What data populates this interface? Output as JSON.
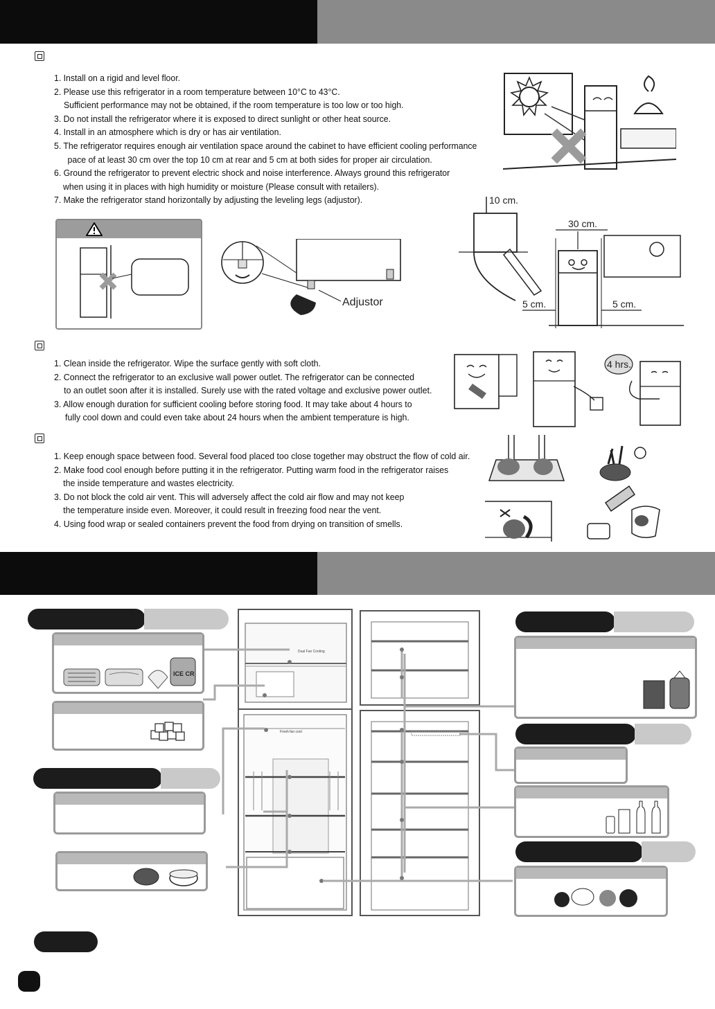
{
  "section_install": {
    "items": [
      "1. Install on a rigid and level floor.",
      "2. Please use this refrigerator in a room temperature between 10°C to 43°C.",
      "Sufficient performance may not be obtained, if the room temperature is too low or too high.",
      "3. Do not install the refrigerator where it is exposed to direct sunlight or other heat source.",
      "4. Install in an atmosphere which is dry or has air ventilation.",
      "5. The refrigerator requires enough air ventilation space around the cabinet to have efficient cooling performance",
      "pace of at least 30 cm over the top  10 cm at rear and 5 cm at both sides for proper air circulation.",
      "6. Ground the refrigerator to prevent electric shock and noise interference. Always ground this refrigerator",
      "when using it in places with high humidity or moisture (Please consult with retailers).",
      "7. Make the refrigerator stand horizontally by adjusting the leveling legs (adjustor)."
    ],
    "adjustor_label": "Adjustor",
    "clearance_rear": "10 cm.",
    "clearance_top": "30 cm.",
    "clearance_left": "5 cm.",
    "clearance_right": "5 cm."
  },
  "section_before_use": {
    "items": [
      "1. Clean inside the refrigerator. Wipe the surface gently with soft cloth.",
      "2. Connect the refrigerator to an exclusive wall power outlet. The refrigerator can be connected",
      "to an outlet soon after it is installed. Surely use with the rated voltage and exclusive power outlet.",
      "3. Allow enough duration for sufficient cooling before storing food. It may take about 4 hours to",
      "fully cool down and could even take about 24 hours when the ambient temperature is high."
    ],
    "hours_badge": "4 hrs."
  },
  "section_storage": {
    "items": [
      "1. Keep enough space between food. Several food placed too close together may obstruct the flow of cold air.",
      "2. Make food cool enough before putting it in the refrigerator. Putting warm food in the refrigerator raises",
      "the inside temperature and wastes electricity.",
      "3. Do not block the cold air vent. This will adversely affect the cold air flow and may not keep",
      "the temperature inside even. Moreover, it could result in freezing food near the vent.",
      "4. Using food wrap or sealed containers prevent the food from drying on transition of smells."
    ]
  },
  "diagram": {
    "ice_cream_text": "ICE CR",
    "freezer_label": "Dual Fan Cooling",
    "fresh_label": "Fresh fan cool"
  },
  "colors": {
    "header_dark": "#0c0c0c",
    "header_grey": "#8a8a8a",
    "pill_dark": "#1c1c1c",
    "pill_light": "#c9c9c9",
    "box_border": "#9a9a9a"
  }
}
